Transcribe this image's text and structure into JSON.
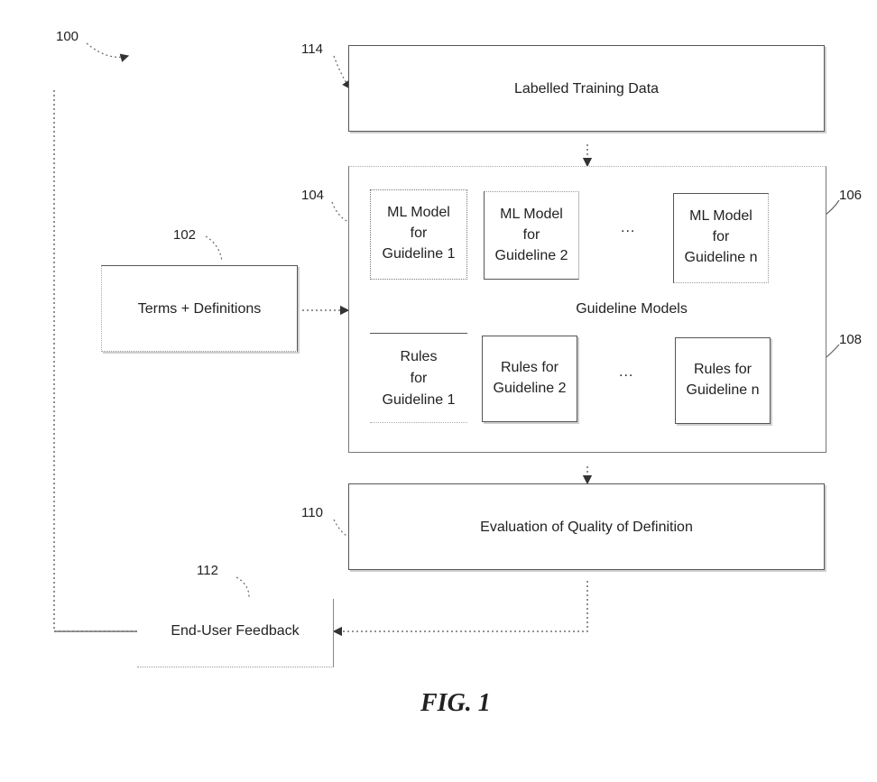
{
  "refs": {
    "r100": "100",
    "r114": "114",
    "r104": "104",
    "r102": "102",
    "r106": "106",
    "r108": "108",
    "r110": "110",
    "r112": "112"
  },
  "boxes": {
    "training": "Labelled Training Data",
    "terms": "Terms + Definitions",
    "evaluation": "Evaluation of Quality of Definition",
    "feedback": "End-User Feedback",
    "group_label": "Guideline Models"
  },
  "models": [
    "ML Model\nfor\nGuideline 1",
    "ML Model\nfor\nGuideline 2",
    "ML Model\nfor\nGuideline n"
  ],
  "rules": [
    "Rules\nfor\nGuideline 1",
    "Rules for\nGuideline 2",
    "Rules for\nGuideline n"
  ],
  "ellipsis": "...",
  "figure_caption": "FIG. 1"
}
